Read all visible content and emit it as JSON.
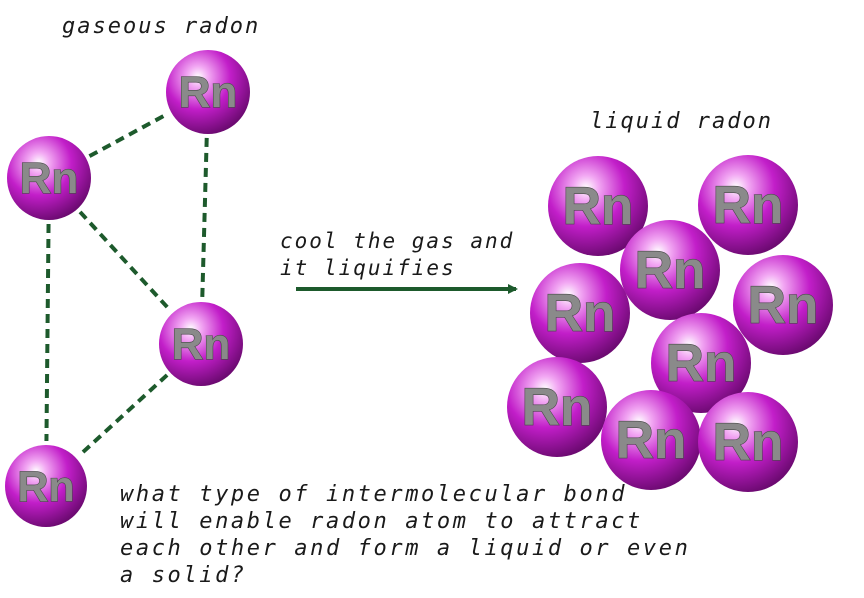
{
  "labels": {
    "gas_title": "gaseous radon",
    "liquid_title": "liquid radon",
    "arrow_text": [
      "cool the gas and",
      "it liquifies"
    ],
    "question": [
      "what type of intermolecular bond",
      "will enable radon atom to attract",
      "each other and form a liquid or even",
      "a solid?"
    ]
  },
  "atom_symbol": "Rn",
  "colors": {
    "atom": "#c21ec9",
    "bond": "#1d5a2c",
    "arrow": "#1d5a2c",
    "text": "#1a1a1a"
  },
  "gas_atom_count": 4,
  "gas_bonds": [
    [
      0,
      1
    ],
    [
      0,
      2
    ],
    [
      1,
      2
    ],
    [
      0,
      3
    ],
    [
      2,
      3
    ]
  ],
  "liquid_atom_count": 9
}
